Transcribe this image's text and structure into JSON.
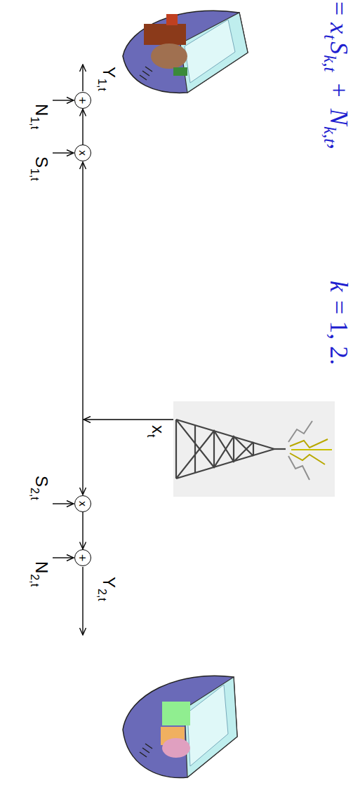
{
  "diagram": {
    "nodes": [
      {
        "text": [
          "+"
        ]
      },
      {
        "text": [
          "x"
        ]
      },
      {
        "text": [
          "x"
        ]
      },
      {
        "text": [
          "+"
        ]
      }
    ],
    "edges": [
      {
        "from": 1,
        "to": 0,
        "arrow": "to"
      },
      {
        "from": 2,
        "to": 3,
        "arrow": "to"
      }
    ],
    "labels": [
      "=",
      "x",
      "t",
      "S",
      "k,t",
      "+",
      "N",
      "k,t",
      ",",
      "k",
      "= 1, 2.",
      "Y",
      "1,t",
      "N",
      "1,t",
      "S",
      "1,t",
      "x",
      "t",
      "S",
      "2,t",
      "N",
      "2,t",
      "Y",
      "2,t"
    ]
  }
}
